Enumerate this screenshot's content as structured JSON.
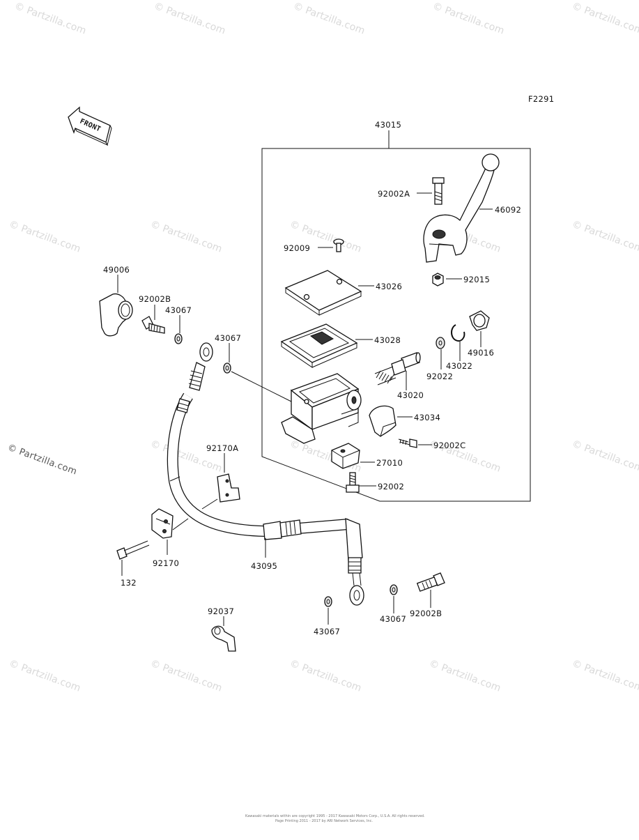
{
  "figure_code": "F2291",
  "front_label": "FRONT",
  "watermark_text": "© Partzilla.com",
  "copyright_lines": [
    "Kawasaki materials within are copyright 1995 - 2017 Kawasaki Motors Corp., U.S.A. All rights reserved.",
    "Page Printing 2011 - 2017 by ARI Network Services, Inc."
  ],
  "assembly_callout": "43015",
  "parts": {
    "p43015": "43015",
    "p92002A": "92002A",
    "p46092": "46092",
    "p92009": "92009",
    "p43026": "43026",
    "p92015": "92015",
    "p49006": "49006",
    "p92002B_top": "92002B",
    "p43067_a": "43067",
    "p43067_b": "43067",
    "p43028": "43028",
    "p49016": "49016",
    "p43022": "43022",
    "p92022": "92022",
    "p43020": "43020",
    "p43034": "43034",
    "p92002C": "92002C",
    "p92170A": "92170A",
    "p27010": "27010",
    "p92002": "92002",
    "p92170": "92170",
    "p132": "132",
    "p43095": "43095",
    "p92037": "92037",
    "p43067_c": "43067",
    "p43067_d": "43067",
    "p92002B_bot": "92002B"
  }
}
